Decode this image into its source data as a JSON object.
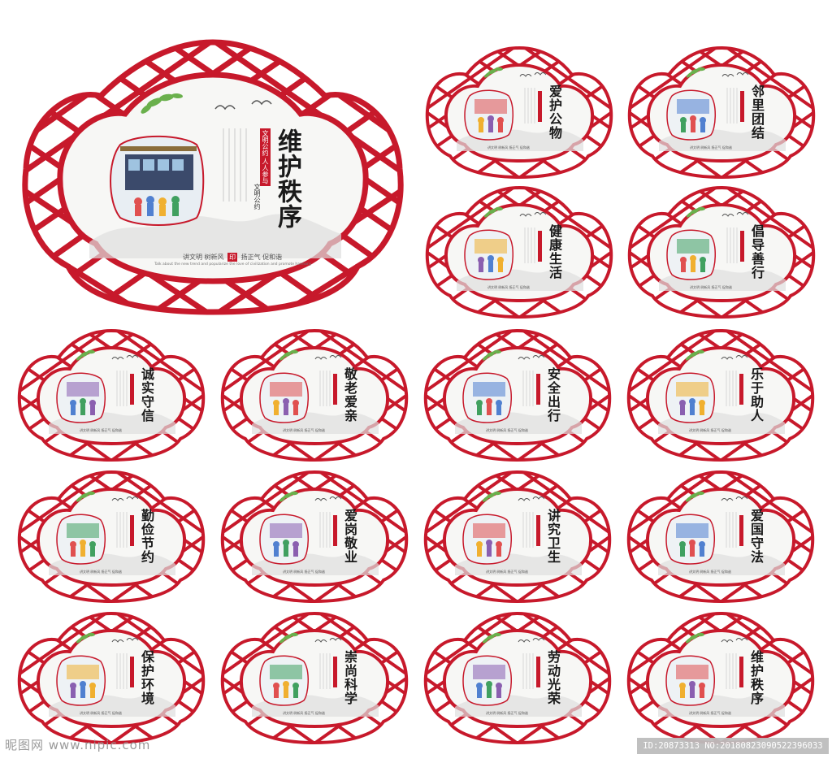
{
  "colors": {
    "frame_red": "#c7192b",
    "panel_bg": "#f7f7f5",
    "ink": "#1a1a1a",
    "mountain": "#d9d9d6",
    "leaf": "#6ab04c"
  },
  "main_panel": {
    "title": "维护秩序",
    "tag1": "文明公约 人人参与",
    "tag2": "文明公约",
    "slogan_a": "讲文明 树新风",
    "slogan_seal": "印",
    "slogan_b": "扬正气 促和谐",
    "english": "Talk about the new trend and popularize the love of civilization and promote harmony"
  },
  "panels": [
    {
      "title": "爱护公物",
      "icon": "public-property-illustration"
    },
    {
      "title": "邻里团结",
      "icon": "neighbors-illustration"
    },
    {
      "title": "健康生活",
      "icon": "healthy-life-illustration"
    },
    {
      "title": "倡导善行",
      "icon": "good-deeds-illustration"
    },
    {
      "title": "诚实守信",
      "icon": "honesty-illustration"
    },
    {
      "title": "敬老爱亲",
      "icon": "respect-elders-illustration"
    },
    {
      "title": "安全出行",
      "icon": "safe-travel-illustration"
    },
    {
      "title": "乐于助人",
      "icon": "helping-others-illustration"
    },
    {
      "title": "勤俭节约",
      "icon": "thrift-illustration"
    },
    {
      "title": "爱岗敬业",
      "icon": "dedication-illustration"
    },
    {
      "title": "讲究卫生",
      "icon": "hygiene-illustration"
    },
    {
      "title": "爱国守法",
      "icon": "patriotism-illustration"
    },
    {
      "title": "保护环境",
      "icon": "environment-illustration"
    },
    {
      "title": "崇尚科学",
      "icon": "science-illustration"
    },
    {
      "title": "劳动光荣",
      "icon": "labor-illustration"
    },
    {
      "title": "维护秩序",
      "icon": "order-illustration"
    }
  ],
  "small_slogan": "讲文明 树新风 扬正气 促和谐",
  "watermark_left": "昵图网 www.nipic.com",
  "watermark_right": "ID:20873313 NO:20180823090522396033"
}
